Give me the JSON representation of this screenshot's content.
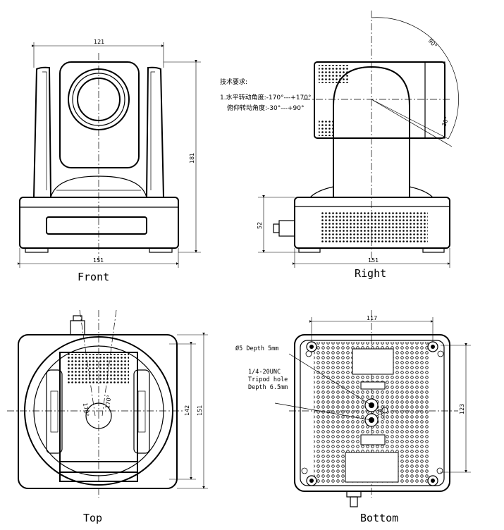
{
  "views": {
    "front": "Front",
    "right": "Right",
    "top": "Top",
    "bottom": "Bottom"
  },
  "dimensions": {
    "front_width_top": "121",
    "front_height": "181",
    "front_width_base": "151",
    "right_base_height": "52",
    "right_width": "151",
    "top_height_inner": "142",
    "top_height_outer": "151",
    "bottom_hole_spacing_x": "117",
    "bottom_hole_spacing_y": "123",
    "bottom_tripod_spacing": "14"
  },
  "angles": {
    "tilt_up": "90°",
    "tilt_down": "30°",
    "pan_left": "170°",
    "pan_right": "170°"
  },
  "tech_notes": {
    "title": "技术要求:",
    "line1": "1.水平转动角度:-170°---+170°",
    "line2": "俯仰转动角度:-30°---+90°"
  },
  "callouts": {
    "holes": "Ø5 Depth 5mm",
    "tripod_line1": "1/4-20UNC",
    "tripod_line2": "Tripod hole",
    "tripod_line3": "Depth 6.5mm"
  }
}
